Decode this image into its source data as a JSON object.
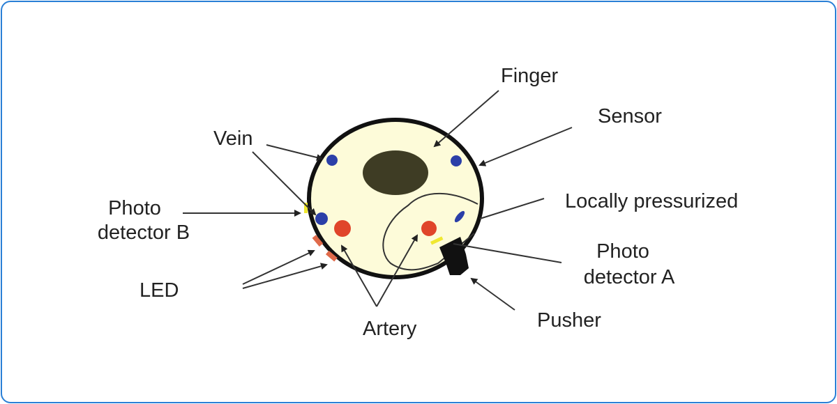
{
  "labels": {
    "finger": "Finger",
    "sensor": "Sensor",
    "vein": "Vein",
    "photo_detector_b": [
      "Photo",
      "detector B"
    ],
    "locally_pressurized": "Locally pressurized",
    "photo_detector_a": [
      "Photo",
      "detector A"
    ],
    "led": "LED",
    "artery": "Artery",
    "pusher": "Pusher"
  },
  "colors": {
    "frame": "#2a7fd6",
    "finger": "#fdfbd9",
    "bone": "#3e3c24",
    "vein": "#2b3fa8",
    "artery": "#e0452a",
    "led": "#e06a4a",
    "detector": "#f0e830"
  }
}
